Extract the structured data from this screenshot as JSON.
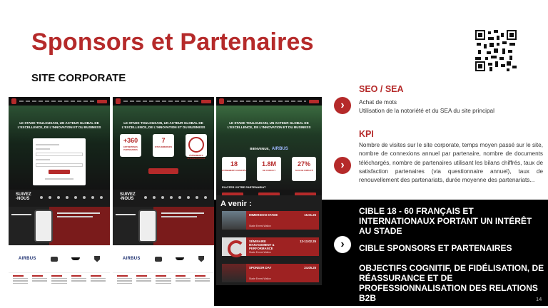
{
  "slide": {
    "title": "Sponsors et Partenaires",
    "subtitle": "SITE CORPORATE",
    "page_number": "14"
  },
  "screens": {
    "hero_title": "LE STADE TOULOUSAIN, UN ACTEUR GLOBAL DE L'EXCELLENCE, DE L'INNOVATION ET DU BUSINESS",
    "suivez": "SUIVEZ\n-NOUS",
    "sponsor_airbus": "AIRBUS",
    "stats": [
      {
        "value": "+360",
        "label": "ENTREPRISES PARTENAIRES"
      },
      {
        "value": "7",
        "label": "SITES IMMERSIFS"
      },
      {
        "value": "",
        "label": "ÉVÈNEMENTS INTERNATIONAUX"
      }
    ],
    "welcome_label": "BIENVENUE,",
    "welcome_brand": "AIRBUS",
    "kpis": [
      {
        "value": "18",
        "label": "ÉVÈNEMENTS ASSISTÉS"
      },
      {
        "value": "1.8M",
        "label": "DE CONTACT"
      },
      {
        "value": "27%",
        "label": "TAUX DE FIDÉLITÉ"
      }
    ],
    "pilot_label": "PILOTER VOTRE PARTENARIAT",
    "avenir_title": "A venir :",
    "events": [
      {
        "name": "IMMERSION STADE",
        "date": "15.01.25",
        "place": "Stade Ernest Wallon"
      },
      {
        "name": "SÉMINAIRE MANAGEMENT & PERFORMANCE",
        "date": "12-13.02.25",
        "place": "Stade Ernest Wallon"
      },
      {
        "name": "SPONSOR DAY",
        "date": "24.05.25",
        "place": "Stade Ernest Wallon"
      }
    ]
  },
  "seo": {
    "heading": "SEO / SEA",
    "lines": [
      "Achat de mots",
      "Utilisation de la notoriété et du SEA du site principal"
    ]
  },
  "kpi": {
    "heading": "KPI",
    "text": "Nombre de visites sur le site corporate, temps moyen passé sur le site, nombre de connexions annuel par partenaire, nombre de documents téléchargés, nombre de partenaires utilisant les bilans chiffrés, taux de satisfaction partenaires (via questionnaire annuel), taux de renouvellement des partenariats, durée moyenne des partenariats..."
  },
  "targets": [
    "CIBLE 18 - 60 FRANÇAIS ET INTERNATIONAUX PORTANT UN INTÉRÊT AU STADE",
    "CIBLE SPONSORS ET PARTENAIRES",
    "OBJECTIFS COGNITIF, DE FIDÉLISATION, DE RÉASSURANCE ET DE PROFESSIONNALISATION DES RELATIONS B2B"
  ],
  "icons": {
    "chevron": "chevron-right-icon",
    "qr": "qr-code-icon"
  },
  "colors": {
    "accent": "#b52a2a",
    "band": "#000000"
  }
}
